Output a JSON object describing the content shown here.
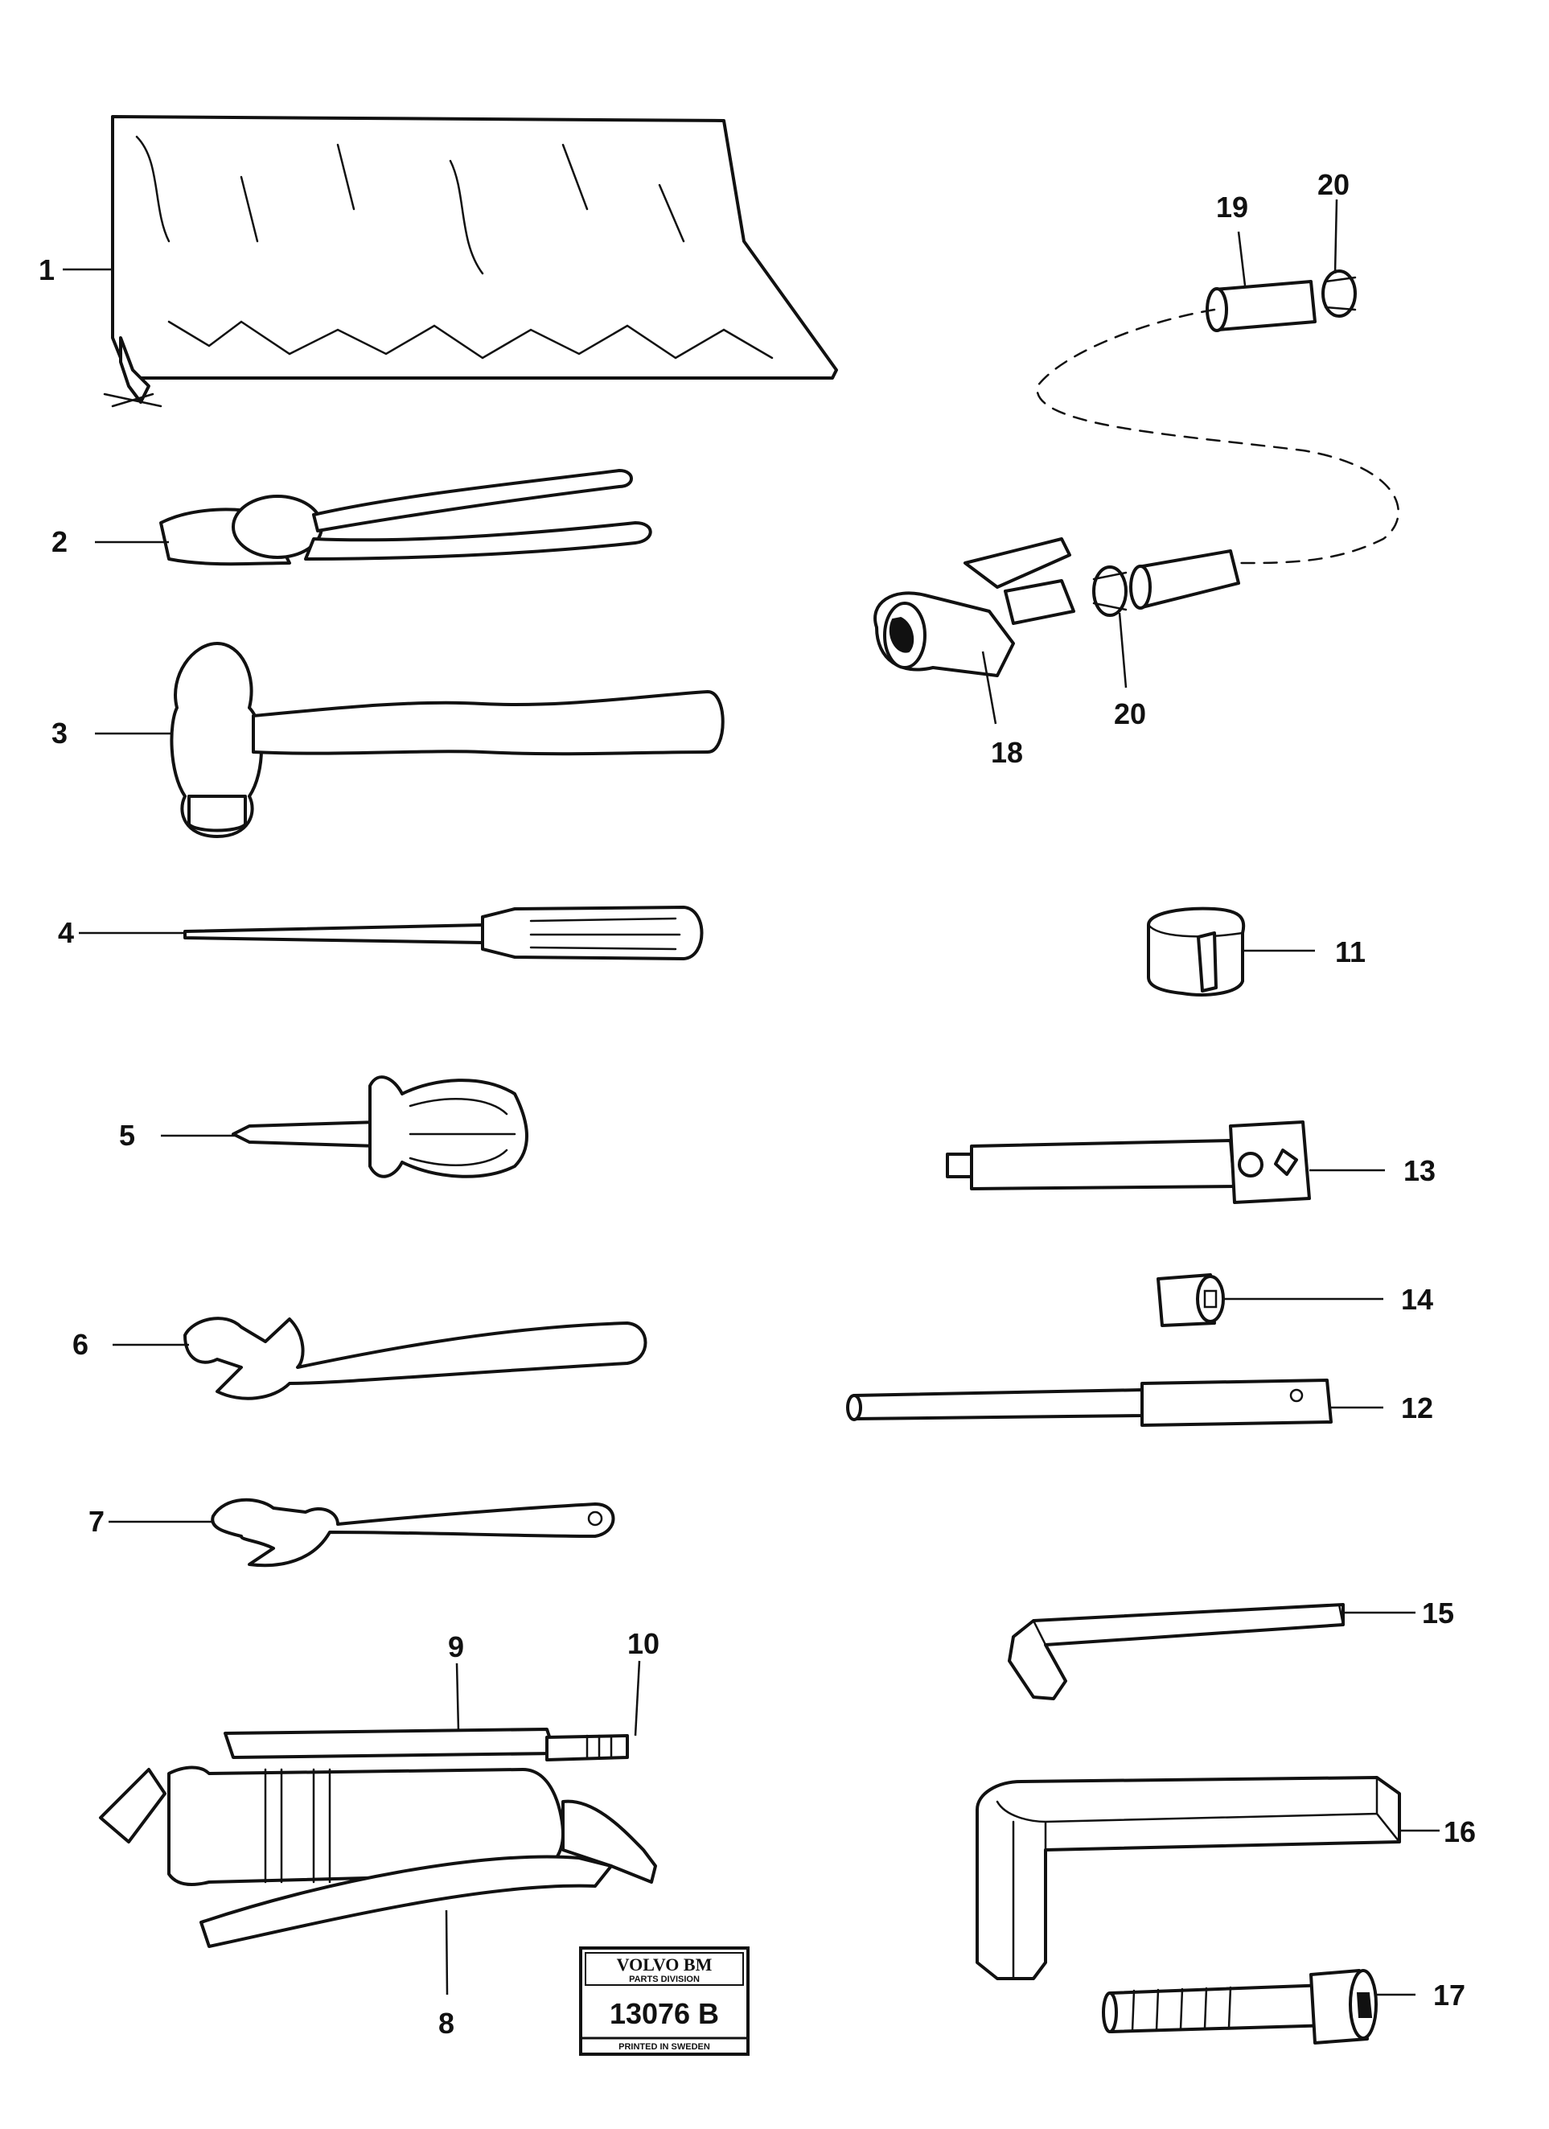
{
  "callouts": {
    "c1": "1",
    "c2": "2",
    "c3": "3",
    "c4": "4",
    "c5": "5",
    "c6": "6",
    "c7": "7",
    "c8": "8",
    "c9": "9",
    "c10": "10",
    "c11": "11",
    "c12": "12",
    "c13": "13",
    "c14": "14",
    "c15": "15",
    "c16": "16",
    "c17": "17",
    "c18": "18",
    "c19": "19",
    "c20a": "20",
    "c20b": "20"
  },
  "stamp": {
    "brand": "VOLVO BM",
    "division": "PARTS DIVISION",
    "number": "13076 B",
    "printed": "PRINTED IN SWEDEN"
  }
}
